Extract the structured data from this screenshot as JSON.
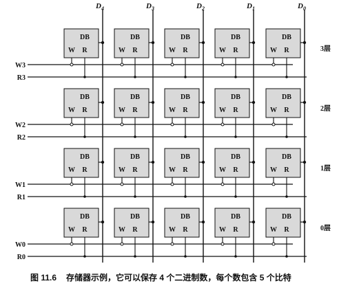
{
  "buses": [
    "D4",
    "D3",
    "D2",
    "D1",
    "D0"
  ],
  "layers": [
    {
      "label": "3层",
      "write_line": "W3",
      "read_line": "R3"
    },
    {
      "label": "2层",
      "write_line": "W2",
      "read_line": "R2"
    },
    {
      "label": "1层",
      "write_line": "W1",
      "read_line": "R1"
    },
    {
      "label": "0层",
      "write_line": "W0",
      "read_line": "R0"
    }
  ],
  "cell": {
    "db_label": "DB",
    "w_label": "W",
    "r_label": "R"
  },
  "caption": {
    "figure_number": "图 11.6",
    "text": "存储器示例，它可以保存 4 个二进制数，每个数包含 5 个比特"
  },
  "colors": {
    "cell_fill": "#d9d9d9",
    "line": "#111111"
  }
}
